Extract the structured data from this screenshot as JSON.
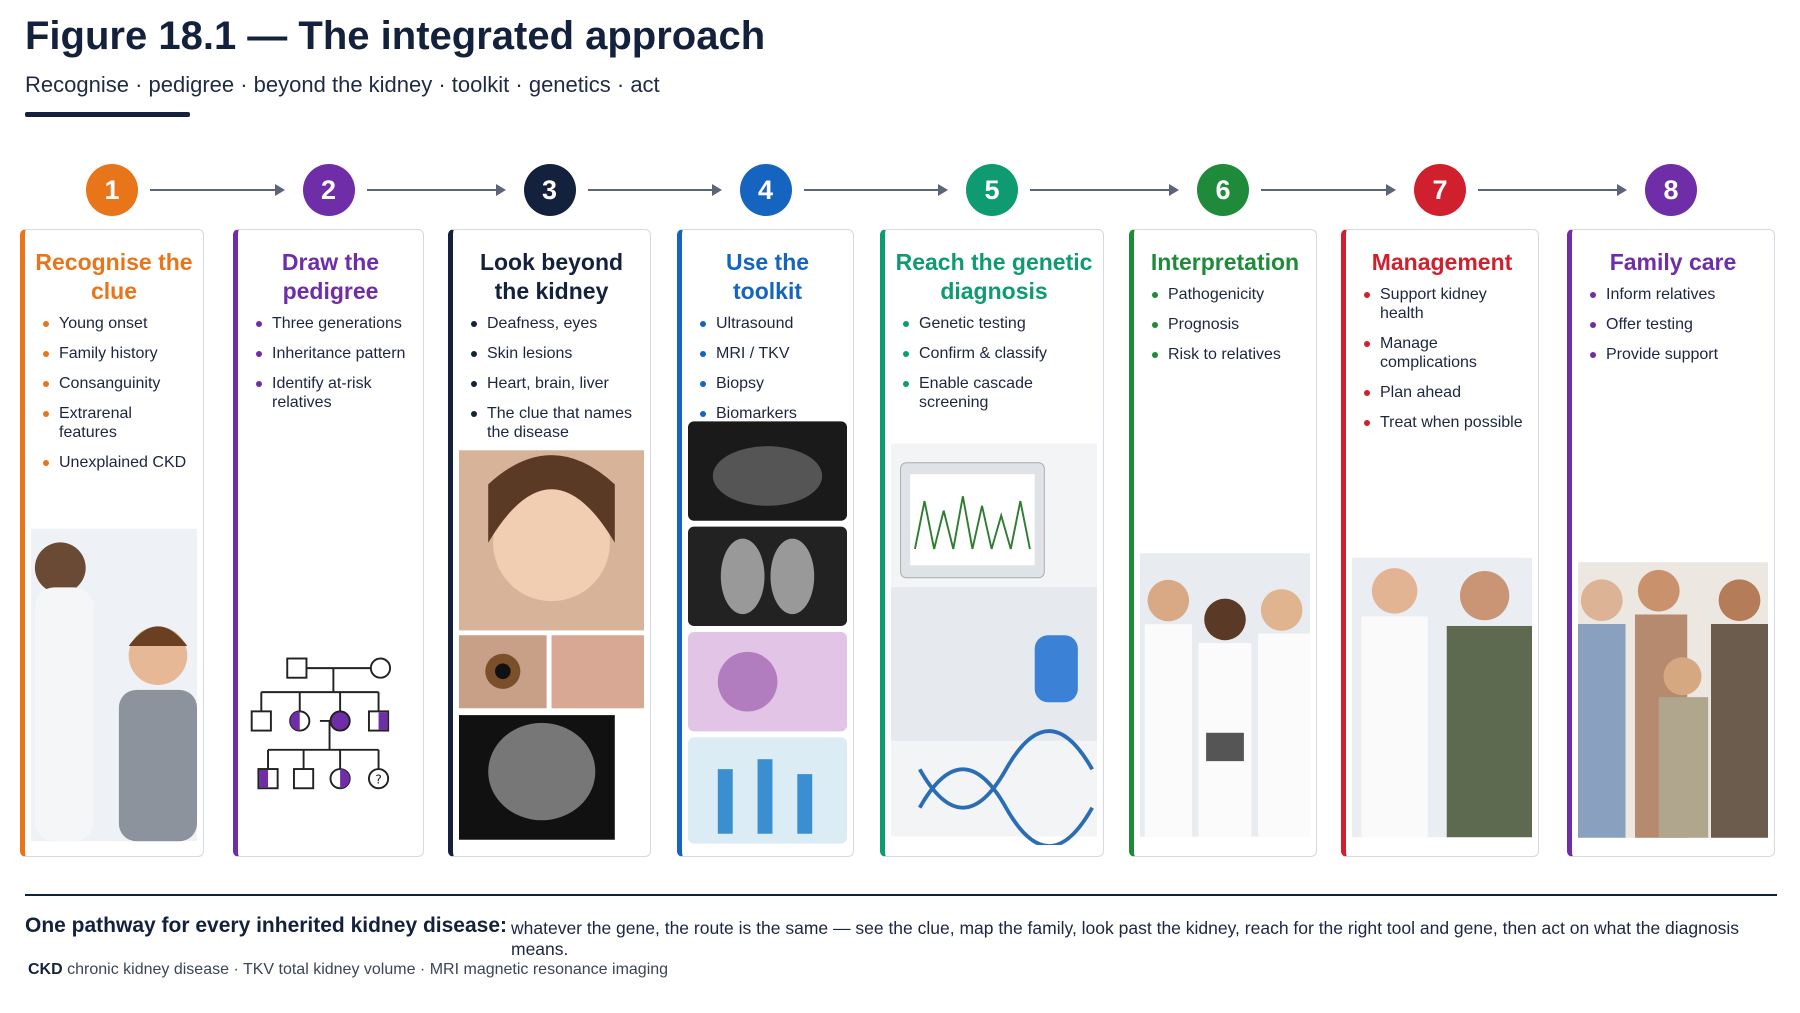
{
  "header": {
    "title": "Figure 18.1 — The integrated approach",
    "subtitle": "Recognise · pedigree · beyond the kidney · toolkit · genetics · act"
  },
  "steps": [
    {
      "number": "1",
      "title": "Recognise the clue",
      "color": "#e8751a",
      "items": [
        "Young onset",
        "Family history",
        "Consanguinity",
        "Extrarenal features",
        "Unexplained CKD"
      ]
    },
    {
      "number": "2",
      "title": "Draw the pedigree",
      "color": "#6f2da8",
      "items": [
        "Three generations",
        "Inheritance pattern",
        "Identify at-risk relatives"
      ]
    },
    {
      "number": "3",
      "title": "Look beyond the kidney",
      "color": "#14213d",
      "items": [
        "Deafness, eyes",
        "Skin lesions",
        "Heart, brain, liver",
        "The clue that names the disease"
      ]
    },
    {
      "number": "4",
      "title": "Use the toolkit",
      "color": "#1565c0",
      "items": [
        "Ultrasound",
        "MRI / TKV",
        "Biopsy",
        "Biomarkers"
      ]
    },
    {
      "number": "5",
      "title": "Reach the genetic diagnosis",
      "color": "#0f9b72",
      "items": [
        "Genetic testing",
        "Confirm & classify",
        "Enable cascade screening"
      ]
    },
    {
      "number": "6",
      "title": "Interpretation",
      "color": "#1e8a3a",
      "items": [
        "Pathogenicity",
        "Prognosis",
        "Risk to relatives"
      ]
    },
    {
      "number": "7",
      "title": "Management",
      "color": "#d0202e",
      "items": [
        "Support kidney health",
        "Manage complications",
        "Plan ahead",
        "Treat when possible"
      ]
    },
    {
      "number": "8",
      "title": "Family care",
      "color": "#6f2da8",
      "items": [
        "Inform relatives",
        "Offer testing",
        "Provide support"
      ]
    }
  ],
  "summary": {
    "label": "One pathway for every inherited kidney disease:",
    "text": "whatever the gene, the route is the same — see the clue, map the family, look past the kidney, reach for the right tool and gene, then act on what the diagnosis means."
  },
  "abbreviations": [
    {
      "abbr": "CKD",
      "meaning": "chronic kidney disease"
    },
    {
      "abbr": "TKV",
      "meaning": "total kidney volume"
    },
    {
      "abbr": "MRI",
      "meaning": "magnetic resonance imaging"
    }
  ]
}
